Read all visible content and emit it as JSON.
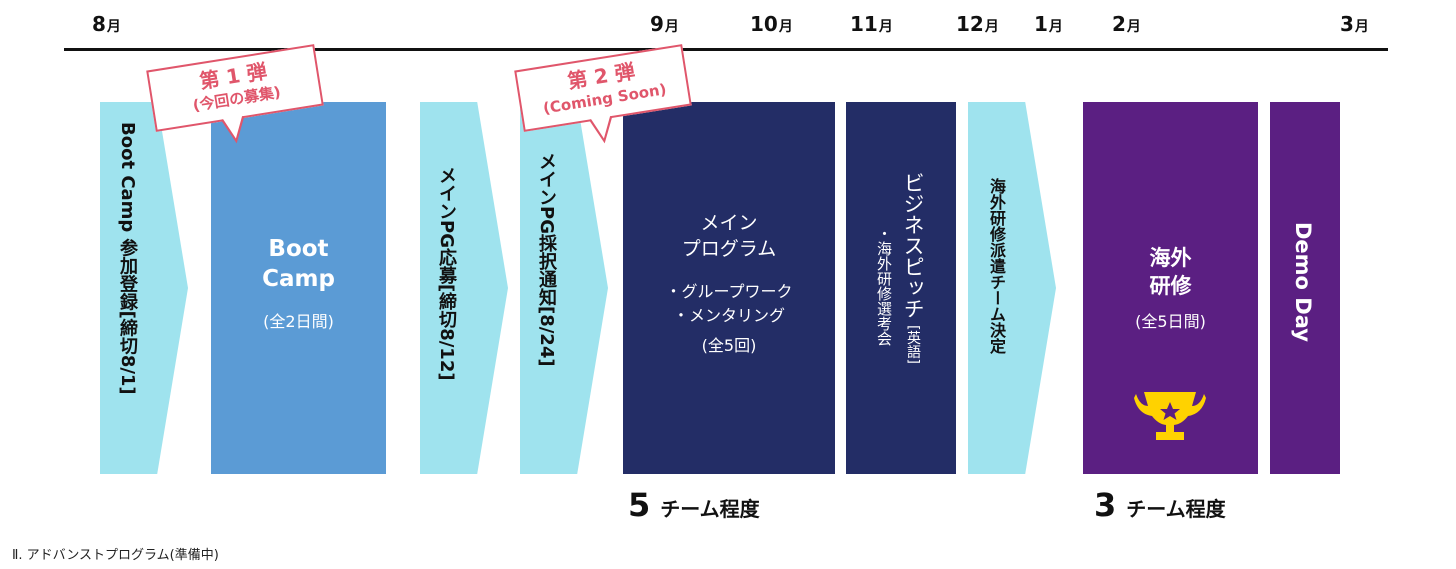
{
  "colors": {
    "arrow": "#9fe3ee",
    "bootcamp": "#5b9bd5",
    "main": "#232d66",
    "overseas": "#5b1f82",
    "bubble": "#e0566b"
  },
  "months": [
    {
      "num": "8",
      "unit": "月"
    },
    {
      "num": "9",
      "unit": "月"
    },
    {
      "num": "10",
      "unit": "月"
    },
    {
      "num": "11",
      "unit": "月"
    },
    {
      "num": "12",
      "unit": "月"
    },
    {
      "num": "1",
      "unit": "月"
    },
    {
      "num": "2",
      "unit": "月"
    },
    {
      "num": "3",
      "unit": "月"
    }
  ],
  "steps": {
    "bootcamp_registration": "Boot Camp 参加登録[締切8/1]",
    "main_pg_application": "メインPG応募[締切8/12]",
    "main_pg_acceptance": "メインPG採択通知[8/24]",
    "overseas_team_decision": "海外研修派遣チーム決定"
  },
  "bootcamp": {
    "line1": "Boot",
    "line2": "Camp",
    "duration": "(全2日間)"
  },
  "main_program": {
    "line1": "メイン",
    "line2": "プログラム",
    "item1": "・グループワーク",
    "item2": "・メンタリング",
    "count": "(全5回)"
  },
  "pitch": {
    "line1": "ビジネスピッチ",
    "line1_note": "[英語]",
    "line2": "・海外研修選考会"
  },
  "overseas": {
    "line1": "海外",
    "line2": "研修",
    "duration": "(全5日間)",
    "icon": "trophy-icon"
  },
  "demo_day": {
    "label": "Demo Day"
  },
  "bubbles": {
    "first": {
      "line1": "第 1 弾",
      "line2": "(今回の募集)"
    },
    "second": {
      "line1": "第 2 弾",
      "line2": "(Coming Soon)"
    }
  },
  "teams": {
    "main": {
      "num": "5",
      "label": "チーム程度"
    },
    "overseas": {
      "num": "3",
      "label": "チーム程度"
    }
  },
  "footer": "Ⅱ. アドバンストプログラム(準備中)"
}
